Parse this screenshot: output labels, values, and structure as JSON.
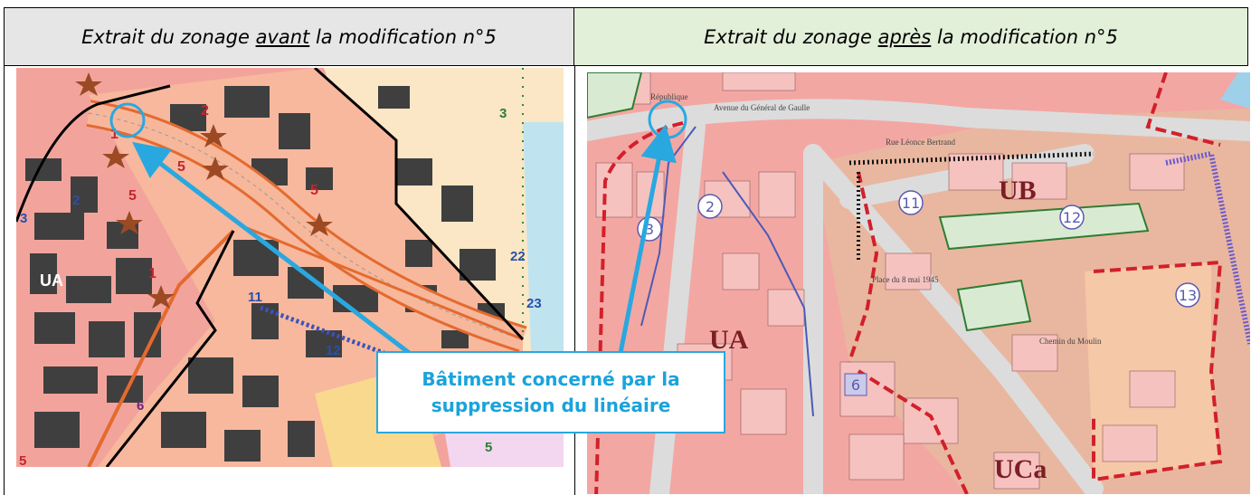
{
  "header": {
    "left": {
      "prefix": "Extrait du zonage ",
      "underlined": "avant",
      "suffix": " la modification n°5"
    },
    "right": {
      "prefix": "Extrait du zonage ",
      "underlined": "après",
      "suffix": " la modification n°5"
    }
  },
  "callout": {
    "line1": "Bâtiment concerné par la",
    "line2": "suppression du linéaire"
  },
  "left_map": {
    "zone_label": "UA",
    "star_labels": [
      "1",
      "2",
      "5",
      "5",
      "5",
      "1"
    ],
    "numbers": [
      "2",
      "3",
      "3",
      "11",
      "12",
      "22",
      "23",
      "5",
      "6",
      "5"
    ]
  },
  "right_map": {
    "zones": [
      "UB",
      "UA",
      "UCa"
    ],
    "circled_numbers": [
      "2",
      "3",
      "11",
      "12",
      "13"
    ],
    "boxed_number": "6",
    "street_labels": [
      "Avenue du Général de Gaulle",
      "Rue Léonce Bertrand",
      "Place du 8 mai 1945",
      "République",
      "Chemin du Moulin"
    ]
  },
  "colors": {
    "callout": "#29a8e0",
    "header_left_bg": "#e7e6e6",
    "header_right_bg": "#e2efd9",
    "map_pink": "#f4a3a0",
    "map_peach": "#f6b79c",
    "building_dark": "#3f3f3f",
    "red_dashed": "#d2202b",
    "star": "#9b4a24"
  }
}
